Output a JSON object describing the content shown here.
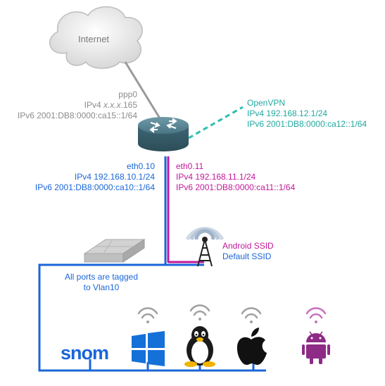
{
  "internet": {
    "label": "Internet"
  },
  "ppp0": {
    "name": "ppp0",
    "ipv4_prefix": "IPv4 ",
    "ipv4_masked": "x.x.x",
    "ipv4_suffix": ".165",
    "ipv6": "IPv6 2001:DB8:0000:ca15::1/64"
  },
  "openvpn": {
    "name": "OpenVPN",
    "ipv4": "IPv4 192.168.12.1/24",
    "ipv6": "IPv6 2001:DB8:0000:ca12::1/64"
  },
  "eth010": {
    "name": "eth0.10",
    "ipv4": "IPv4 192.168.10.1/24",
    "ipv6": "IPv6 2001:DB8:0000:ca10::1/64"
  },
  "eth011": {
    "name": "eth0.11",
    "ipv4": "IPv4 192.168.11.1/24",
    "ipv6": "IPv6 2001:DB8:0000:ca11::1/64"
  },
  "wifi": {
    "android_ssid": "Android SSID",
    "default_ssid": "Default SSID"
  },
  "switch": {
    "line1": "All ports are tagged",
    "line2": "to Vlan10"
  },
  "devices": {
    "snom_label": "snom"
  },
  "colors": {
    "blue": "#1a66d9",
    "magenta": "#c2189a",
    "teal": "#20a8a0",
    "grey": "#8c8c8c",
    "router": "#4e7f8e"
  },
  "icons": [
    "cloud-icon",
    "router-icon",
    "switch-icon",
    "antenna-icon",
    "snom-logo",
    "windows-icon",
    "linux-tux-icon",
    "apple-icon",
    "android-icon",
    "wifi-icon"
  ]
}
